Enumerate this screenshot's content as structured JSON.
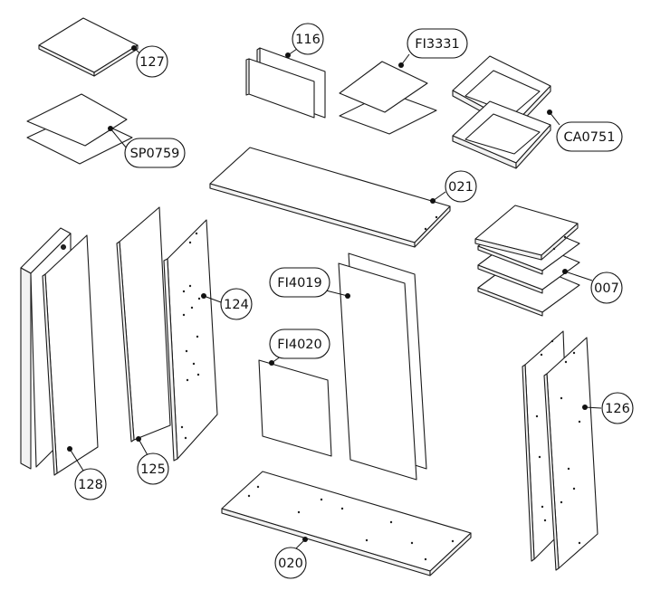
{
  "parts": [
    {
      "id": "p127",
      "label": "127"
    },
    {
      "id": "psp0759",
      "label": "SP0759"
    },
    {
      "id": "p116",
      "label": "116"
    },
    {
      "id": "pfi3331",
      "label": "FI3331"
    },
    {
      "id": "pca0751",
      "label": "CA0751"
    },
    {
      "id": "p021",
      "label": "021"
    },
    {
      "id": "p007",
      "label": "007"
    },
    {
      "id": "p124",
      "label": "124"
    },
    {
      "id": "pfi4019",
      "label": "FI4019"
    },
    {
      "id": "pfi4020",
      "label": "FI4020"
    },
    {
      "id": "p126",
      "label": "126"
    },
    {
      "id": "p128",
      "label": "128"
    },
    {
      "id": "p125",
      "label": "125"
    },
    {
      "id": "p020",
      "label": "020"
    }
  ]
}
